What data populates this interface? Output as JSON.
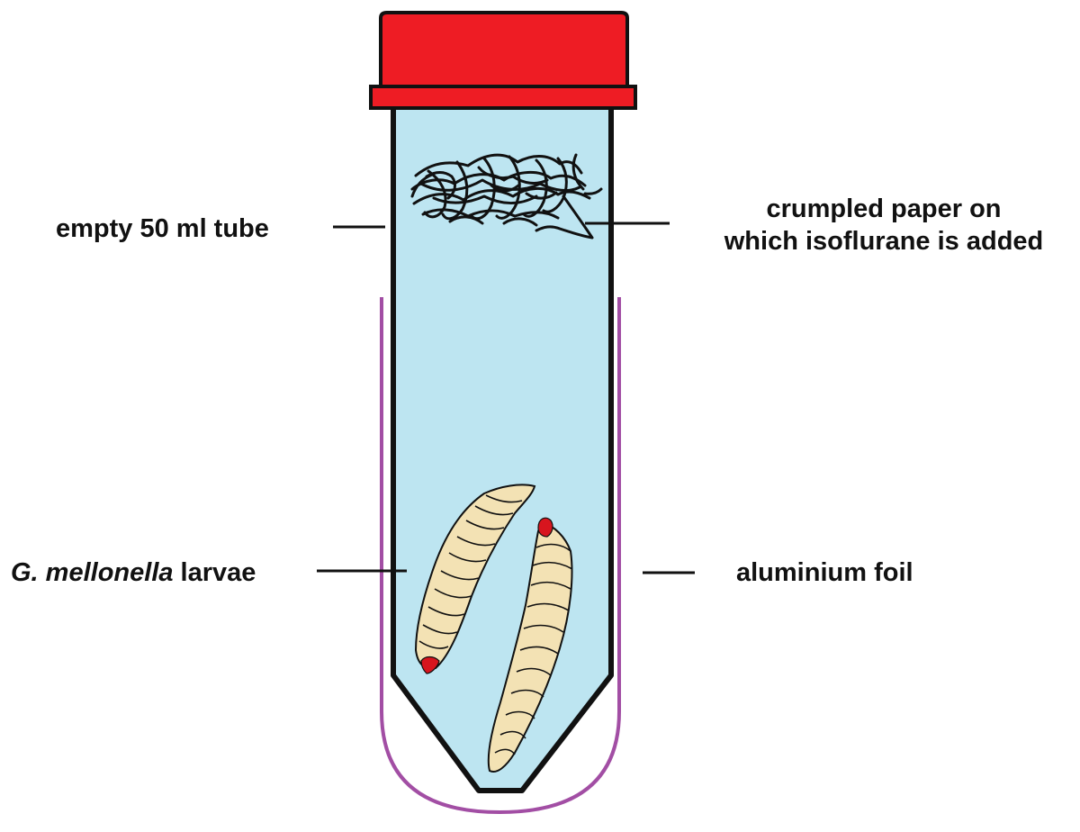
{
  "labels": {
    "tube": "empty 50 ml tube",
    "paper_line1": "crumpled paper on",
    "paper_line2": "which isoflurane is added",
    "larvae_italic": "G. mellonella",
    "larvae_rest": " larvae",
    "foil": "aluminium foil"
  },
  "colors": {
    "cap": "#ee1c24",
    "tube_fill": "#bde5f1",
    "foil": "#a24ea4",
    "larva_body": "#f3e2b4",
    "larva_head": "#d7151e",
    "outline": "#111111"
  }
}
